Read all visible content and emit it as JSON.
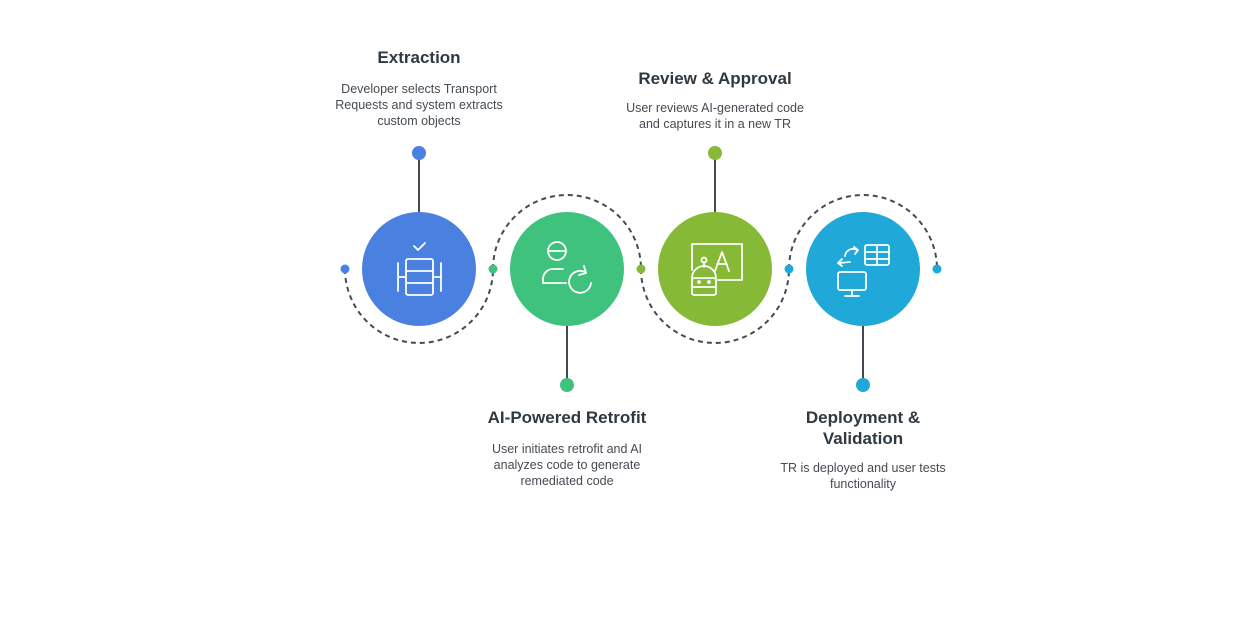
{
  "steps": [
    {
      "title": "Extraction",
      "description": "Developer selects Transport Requests and system extracts custom objects",
      "color": "#4a80e0",
      "icon": "database-check-icon"
    },
    {
      "title": "AI-Powered Retrofit",
      "description": "User initiates retrofit and AI analyzes code to generate remediated code",
      "color": "#3ec27e",
      "icon": "user-refresh-icon"
    },
    {
      "title": "Review & Approval",
      "description": "User reviews AI-generated code and captures it in a new TR",
      "color": "#86b936",
      "icon": "robot-document-icon"
    },
    {
      "title": "Deployment & Validation",
      "description": "TR is deployed and user tests functionality",
      "color": "#20a8d8",
      "icon": "monitor-table-icon"
    }
  ]
}
